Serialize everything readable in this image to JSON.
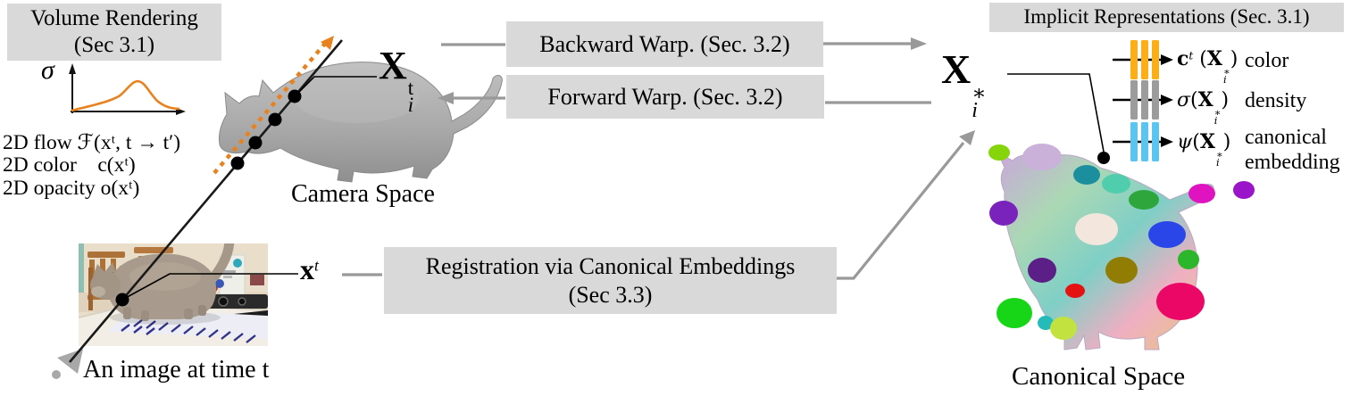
{
  "figure": {
    "boxes": {
      "volume_rendering": {
        "line1": "Volume Rendering",
        "line2": "(Sec 3.1)"
      },
      "backward_warp": {
        "label": "Backward Warp. (Sec. 3.2)"
      },
      "forward_warp": {
        "label": "Forward Warp. (Sec. 3.2)"
      },
      "registration": {
        "line1": "Registration via Canonical Embeddings",
        "line2": "(Sec 3.3)"
      },
      "implicit_representations": {
        "label": "Implicit Representations (Sec. 3.1)"
      }
    },
    "volume_plot": {
      "y_axis_label": "σ"
    },
    "observables": {
      "flow": "2D flow ℱ(xᵗ, t → t′)",
      "color": "2D color    c(xᵗ)",
      "opacity": "2D opacity o(xᵗ)"
    },
    "captions": {
      "camera_space": "Camera Space",
      "canonical_space": "Canonical Space",
      "input_image": "An image at time t"
    },
    "point_labels": {
      "camera_point": {
        "base": "X",
        "sup": "t",
        "sub": "i"
      },
      "canonical_point": {
        "base": "X",
        "sup": "∗",
        "sub": "i"
      },
      "pixel": {
        "base": "x",
        "sup": "t"
      }
    },
    "mlp_heads": [
      {
        "name": "color",
        "bar_color": "#FBAE17",
        "formula": {
          "f": "c",
          "fsup": "t",
          "open": " (",
          "base": "X",
          "sup": "∗",
          "sub": "i",
          "close": ")"
        }
      },
      {
        "name": "density",
        "bar_color": "#9C9C9C",
        "formula": {
          "f": "σ",
          "fsup": "",
          "open": "(",
          "base": "X",
          "sup": "∗",
          "sub": "i",
          "close": ")"
        }
      },
      {
        "name": "canonical embedding",
        "bar_color": "#5BC5F0",
        "formula": {
          "f": "ψ",
          "fsup": "",
          "open": "(",
          "base": "X",
          "sup": "∗",
          "sub": "i",
          "close": ")"
        }
      }
    ],
    "colors": {
      "box_bg": "#D9D9D9",
      "arrow_gray": "#999999",
      "accent_orange": "#E8821E",
      "ray_black": "#1A1A1A"
    }
  }
}
